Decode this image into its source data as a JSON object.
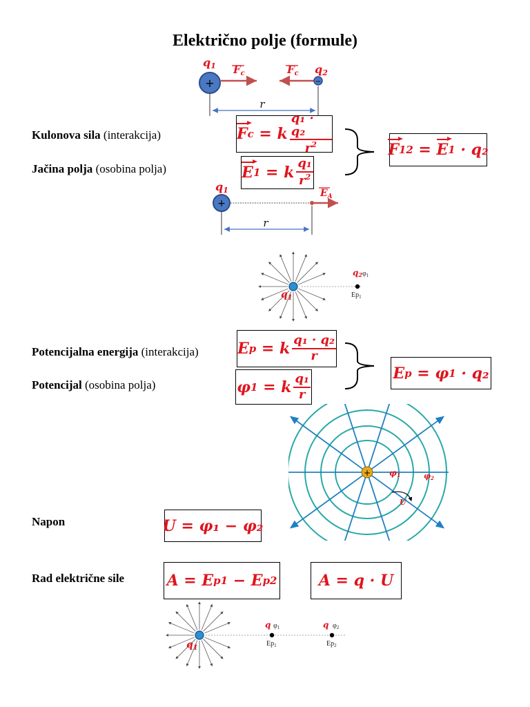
{
  "title": "Električno polje (formule)",
  "coulomb_diagram": {
    "q1": "q",
    "q1_sub": "1",
    "q2": "q",
    "q2_sub": "2",
    "force_left": "F",
    "force_left_sub": "c",
    "force_right": "F",
    "force_right_sub": "c",
    "distance": "r",
    "plus": "+",
    "minus": "−"
  },
  "field_diagram": {
    "q1": "q",
    "q1_sub": "1",
    "field": "E",
    "field_sub": "A",
    "distance": "r",
    "plus": "+"
  },
  "radial_diagram_1": {
    "charge": "q",
    "charge_sub": "1",
    "q2": "q",
    "q2_sub": "2",
    "phi": "φ",
    "phi_sub": "1",
    "ep": "Ep",
    "ep_sub": "1"
  },
  "concentric_diagram": {
    "phi1": "φ",
    "phi1_sub": "1",
    "phi2": "φ",
    "phi2_sub": "2",
    "u": "U",
    "plus": "+"
  },
  "radial_diagram_2": {
    "charge": "q",
    "charge_sub": "1",
    "q_a": "q",
    "phi_a": "φ",
    "phi_a_sub": "1",
    "ep_a": "Ep",
    "ep_a_sub": "1",
    "q_b": "q",
    "phi_b": "φ",
    "phi_b_sub": "2",
    "ep_b": "Ep",
    "ep_b_sub": "2"
  },
  "rows": {
    "kulonova": {
      "bold": "Kulonova sila",
      "rest": " (interakcija)"
    },
    "jacina": {
      "bold": "Jačina polja",
      "rest": " (osobina polja)"
    },
    "potencijalna": {
      "bold": "Potencijalna energija",
      "rest": " (interakcija)"
    },
    "potencijal": {
      "bold": "Potencijal",
      "rest": " (osobina polja)"
    },
    "napon": {
      "bold": "Napon",
      "rest": ""
    },
    "rad": {
      "bold": "Rad električne sile",
      "rest": ""
    }
  },
  "formulas": {
    "fc": {
      "lhs": "F",
      "lhs_sub": "c",
      "eq": " = k",
      "num": "q₁ · q₂",
      "den_base": "r",
      "den_exp": "2"
    },
    "e1": {
      "lhs": "E",
      "lhs_sub": "1",
      "eq": " = k",
      "num": "q₁",
      "den_base": "r",
      "den_exp": "2"
    },
    "f12": {
      "lhs": "F",
      "lhs_sub": "12",
      "eq": " = ",
      "e": "E",
      "e_sub": "1",
      "tail": " · q₂"
    },
    "ep": {
      "lhs": "E",
      "lhs_sub": "p",
      "eq": " = k",
      "num": "q₁ · q₂",
      "den": "r"
    },
    "phi1": {
      "lhs": "φ",
      "lhs_sub": "1",
      "eq": " = k",
      "num": "q₁",
      "den": "r"
    },
    "ep_phi": {
      "lhs": "E",
      "lhs_sub": "p",
      "eq": " = φ",
      "phi_sub": "1",
      "tail": " · q₂"
    },
    "u": {
      "text": "U = φ₁ − φ₂"
    },
    "a1": {
      "text": "A = E",
      "sub1": "p1",
      "mid": " − E",
      "sub2": "p2"
    },
    "a2": {
      "text": "A = q · U"
    }
  },
  "colors": {
    "accent": "#e0141e",
    "arrow": "#c0504d",
    "blue": "#4472c4",
    "cyan": "#2aa8a8",
    "field_arrow": "#1f7fc4"
  }
}
